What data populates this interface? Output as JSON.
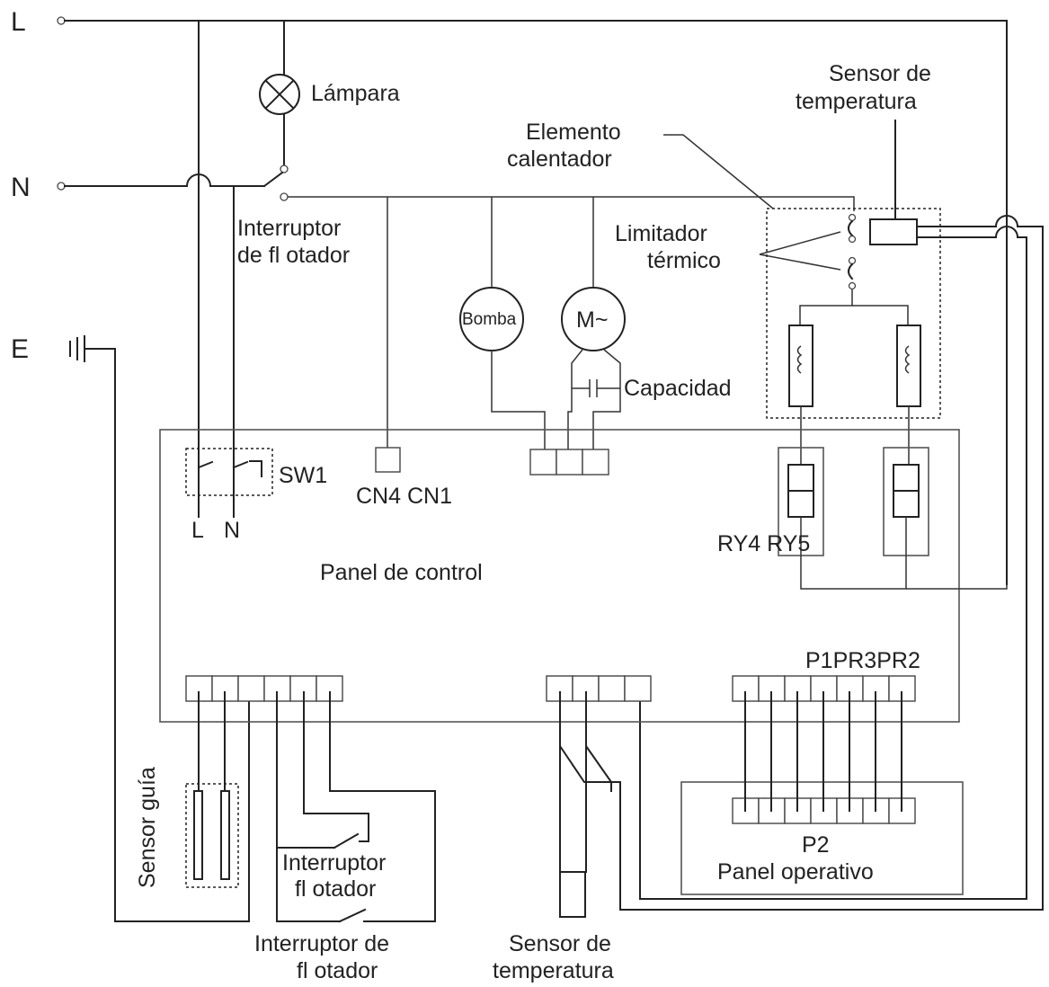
{
  "labels": {
    "L": "L",
    "N": "N",
    "E": "E",
    "lampara": "Lámpara",
    "interruptor_top_1": "Interruptor",
    "interruptor_top_2": "de fl otador",
    "bomba": "Bomba",
    "motor": "M~",
    "capacidad": "Capacidad",
    "elemento_1": "Elemento",
    "elemento_2": "calentador",
    "sensor_temp_top_1": "Sensor de",
    "sensor_temp_top_2": "temperatura",
    "limitador_1": "Limitador",
    "limitador_2": "térmico",
    "sw1": "SW1",
    "cn": "CN4 CN1",
    "sw_L": "L",
    "sw_N": "N",
    "ry": "RY4 RY5",
    "panel_control": "Panel de control",
    "p1pr": "P1PR3PR2",
    "p2": "P2",
    "panel_operativo": "Panel operativo",
    "sensor_guia": "Sensor guía",
    "interruptor_mid_1": "Interruptor",
    "interruptor_mid_2": "fl otador",
    "interruptor_bot_1": "Interruptor de",
    "interruptor_bot_2": "fl otador",
    "sensor_temp_bot_1": "Sensor de",
    "sensor_temp_bot_2": "temperatura"
  }
}
